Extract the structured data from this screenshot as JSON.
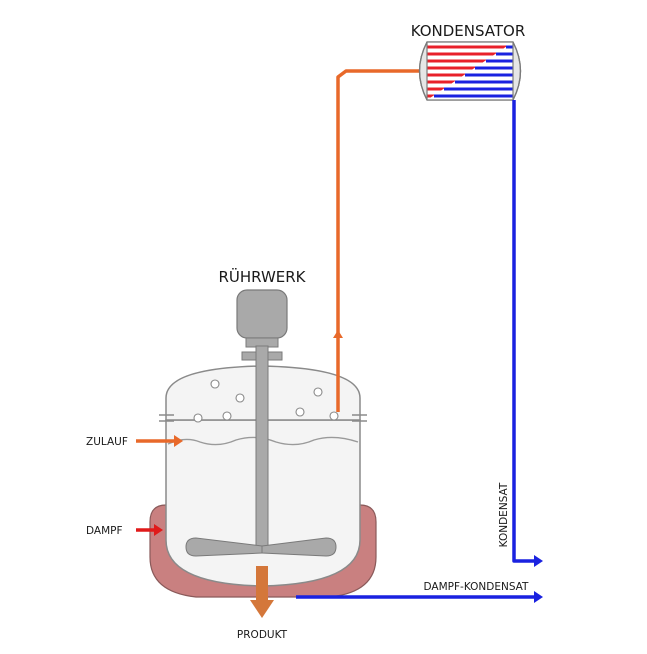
{
  "labels": {
    "condenser": "KONDENSATOR",
    "agitator": "RÜHRWERK",
    "feed": "ZULAUF",
    "steam": "DAMPF",
    "product": "PRODUKT",
    "condensate": "KONDENSAT",
    "steam_condensate": "DAMPF-KONDENSAT"
  },
  "colors": {
    "vapor_line": "#e8692a",
    "condensate_line": "#1a22e0",
    "steam_arrow": "#e01a1a",
    "jacket": "#c98080",
    "vessel_fill": "#f4f4f4",
    "vessel_stroke": "#8a8a8a",
    "agitator": "#a9a9a9",
    "product_arrow": "#d4773a",
    "condenser_hot": "#e8202a",
    "condenser_cold": "#1a22e0"
  }
}
